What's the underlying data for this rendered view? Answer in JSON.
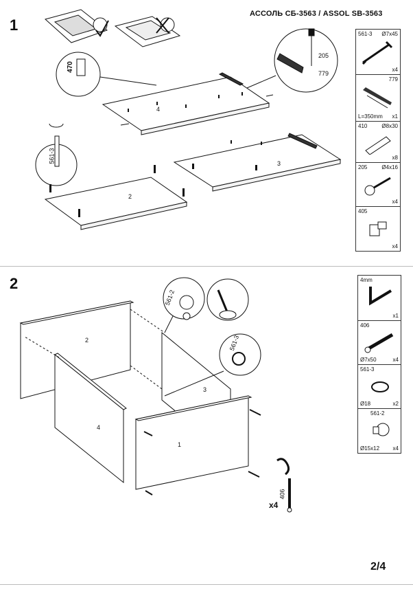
{
  "header": {
    "title": "АССОЛЬ СБ-3563 / ASSOL SB-3563"
  },
  "steps": [
    {
      "number": "1",
      "callouts": {
        "dowel": "470",
        "cam_bolt": "561-3",
        "screw": "205",
        "rail": "779"
      },
      "panel_labels": [
        "4",
        "2",
        "3"
      ],
      "parts": [
        {
          "code": "561-3",
          "size": "Ø7x45",
          "qty": "x4",
          "icon": "cam-bolt-icon"
        },
        {
          "code": "779",
          "size": "L=350mm",
          "qty": "x1",
          "icon": "drawer-rail-icon"
        },
        {
          "code": "410",
          "size": "Ø8x30",
          "qty": "x8",
          "icon": "wooden-dowel-icon"
        },
        {
          "code": "205",
          "size": "Ø4x16",
          "qty": "x4",
          "icon": "screw-icon"
        },
        {
          "code": "405",
          "size": "",
          "qty": "x4",
          "icon": "shelf-support-icon"
        }
      ]
    },
    {
      "number": "2",
      "callouts": {
        "cam_lock": "561-2",
        "cam_bolt": "561-3",
        "confirmat": "406",
        "quantity": "x4"
      },
      "panel_labels": [
        "2",
        "3",
        "4",
        "1"
      ],
      "parts": [
        {
          "code": "4mm",
          "size": "",
          "qty": "x1",
          "icon": "hex-key-icon"
        },
        {
          "code": "406",
          "size": "Ø7x50",
          "qty": "x4",
          "icon": "confirmat-screw-icon"
        },
        {
          "code": "561-3",
          "size": "Ø18",
          "qty": "x2",
          "icon": "cam-bolt-icon"
        },
        {
          "code": "561-2",
          "size": "Ø15x12",
          "qty": "x4",
          "icon": "cam-lock-icon"
        }
      ]
    }
  ],
  "footer": {
    "page": "2/4"
  }
}
